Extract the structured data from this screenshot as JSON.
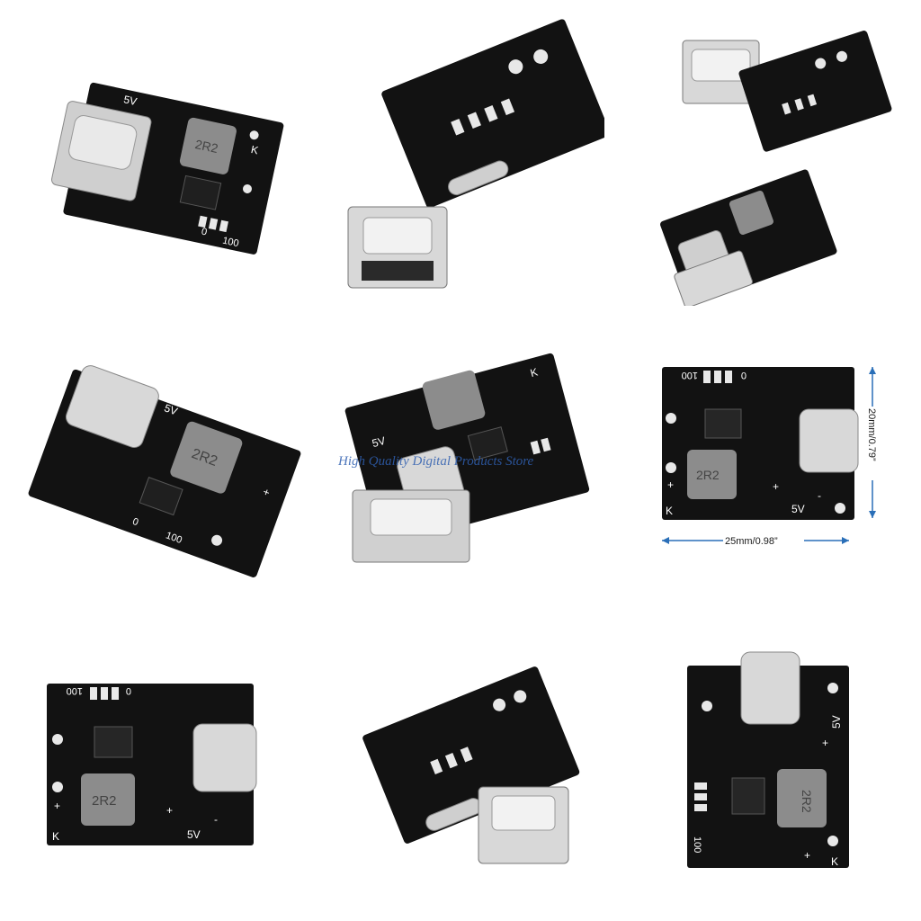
{
  "watermark": "High Quality Digital Products Store",
  "board_labels": {
    "plus": "+",
    "minus": "-",
    "k": "K",
    "five_v": "5V",
    "zero": "0",
    "hundred": "100",
    "inductor": "2R2"
  },
  "dimensions": {
    "width": "25mm/0.98”",
    "height": "20mm/0.79”"
  },
  "colors": {
    "pcb": "#121212",
    "pad": "#e8e8e8",
    "metal": "#c9c9c9",
    "dimension_line": "#2a6fb8"
  }
}
